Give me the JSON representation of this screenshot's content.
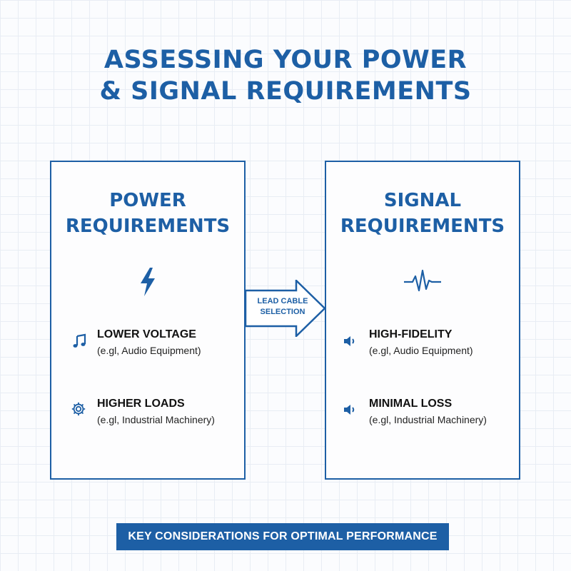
{
  "title": {
    "line1": "ASSESSING YOUR POWER",
    "line2": "& SIGNAL REQUIREMENTS"
  },
  "colors": {
    "accent": "#1d5fa5",
    "grid": "#e8edf4",
    "background": "#fbfcfe"
  },
  "power": {
    "title_line1": "POWER",
    "title_line2": "REQUIREMENTS",
    "icon": "lightning-bolt-icon",
    "items": [
      {
        "icon": "music-note-icon",
        "label": "LOWER VOLTAGE",
        "sub": "(e.gl, Audio Equipment)"
      },
      {
        "icon": "gear-icon",
        "label": "HIGHER LOADS",
        "sub": "(e.gl, Industrial Machinery)"
      }
    ]
  },
  "arrow": {
    "line1": "LEAD CABLE",
    "line2": "SELECTION"
  },
  "signal": {
    "title_line1": "SIGNAL",
    "title_line2": "REQUIREMENTS",
    "icon": "waveform-icon",
    "items": [
      {
        "icon": "speaker-icon",
        "label": "HIGH-FIDELITY",
        "sub": "(e.gl, Audio Equipment)"
      },
      {
        "icon": "speaker-icon",
        "label": "MINIMAL LOSS",
        "sub": "(e.gl, Industrial Machinery)"
      }
    ]
  },
  "footer": {
    "banner": "KEY CONSIDERATIONS FOR OPTIMAL PERFORMANCE"
  }
}
